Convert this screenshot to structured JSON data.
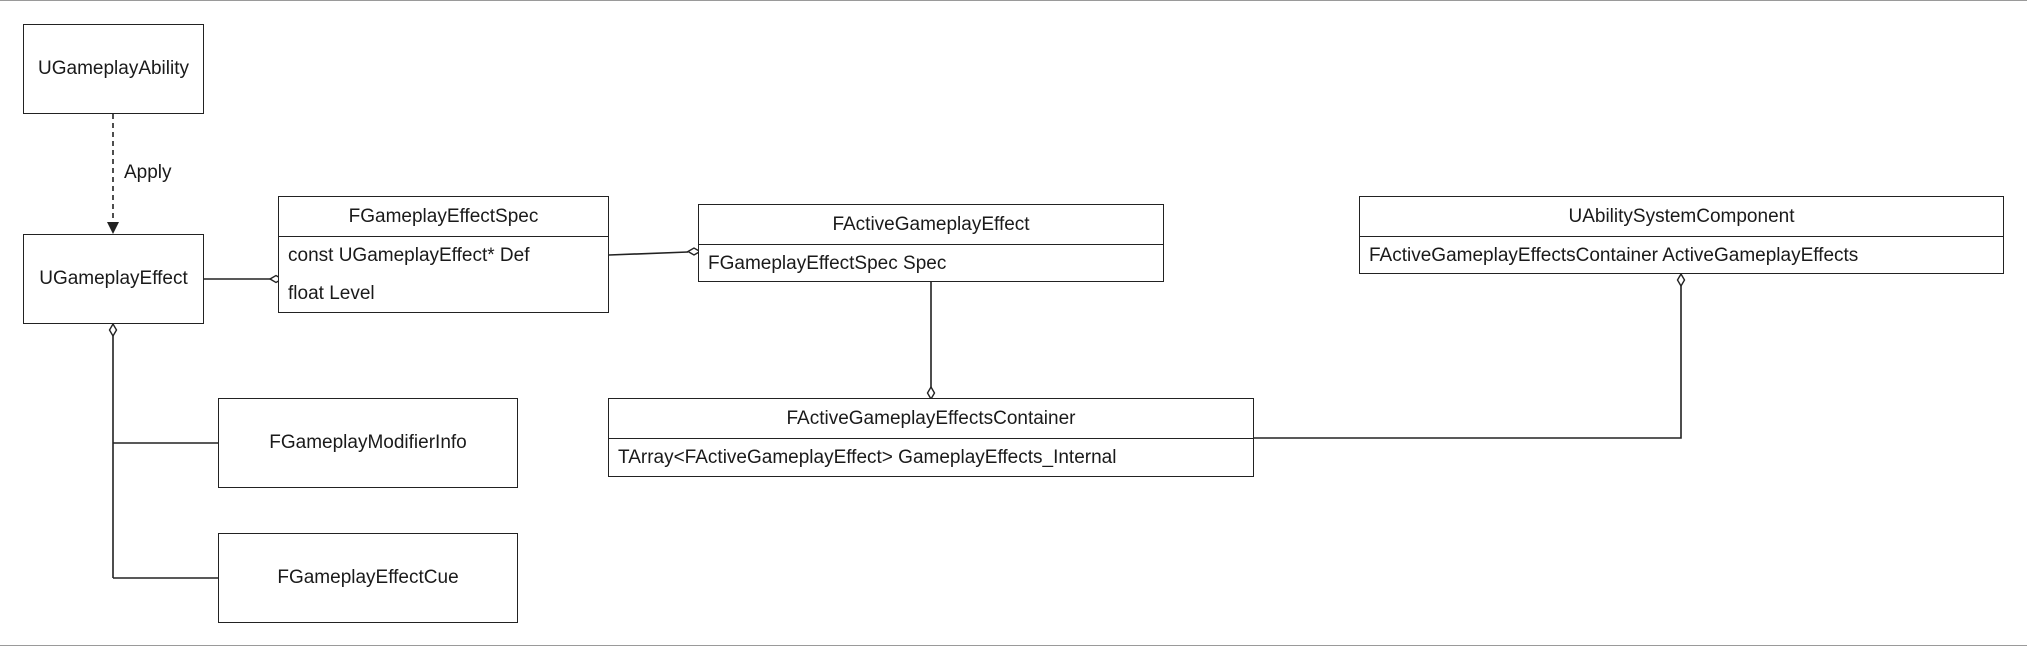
{
  "nodes": {
    "ugameplay_ability": "UGameplayAbility",
    "ugameplay_effect": "UGameplayEffect",
    "fgameplay_modifier_info": "FGameplayModifierInfo",
    "fgameplay_effect_cue": "FGameplayEffectCue"
  },
  "classes": {
    "fgameplay_effect_spec": {
      "title": "FGameplayEffectSpec",
      "fields": [
        "const UGameplayEffect* Def",
        "float Level"
      ]
    },
    "factive_gameplay_effect": {
      "title": "FActiveGameplayEffect",
      "fields": [
        "FGameplayEffectSpec Spec"
      ]
    },
    "uability_system_component": {
      "title": "UAbilitySystemComponent",
      "fields": [
        "FActiveGameplayEffectsContainer ActiveGameplayEffects"
      ]
    },
    "factive_gameplay_effects_container": {
      "title": "FActiveGameplayEffectsContainer",
      "fields": [
        "TArray<FActiveGameplayEffect> GameplayEffects_Internal"
      ]
    }
  },
  "edges": {
    "apply_label": "Apply"
  },
  "colors": {
    "stroke": "#222222",
    "background": "#ffffff",
    "frame": "#9a9a9a"
  }
}
